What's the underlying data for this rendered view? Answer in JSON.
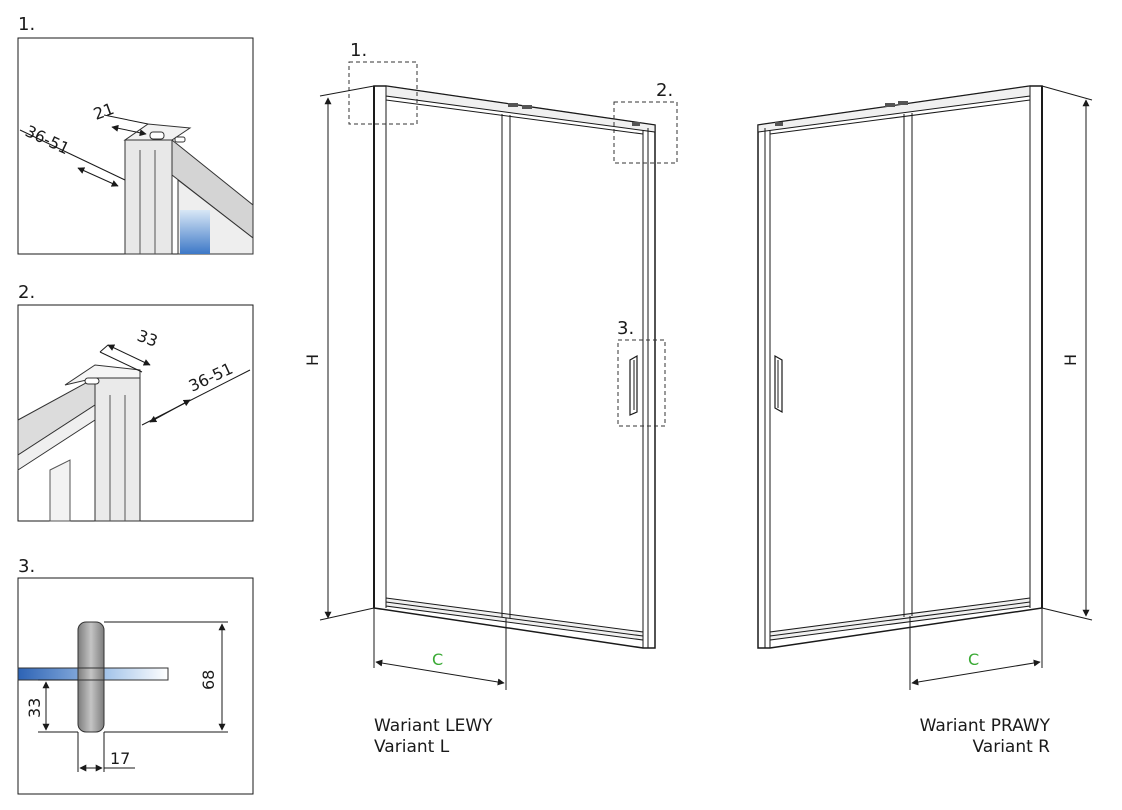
{
  "details": [
    {
      "label": "1.",
      "dims": [
        "21",
        "36-51"
      ]
    },
    {
      "label": "2.",
      "dims": [
        "33",
        "36-51"
      ]
    },
    {
      "label": "3.",
      "dims": [
        "68",
        "33",
        "17"
      ]
    }
  ],
  "left_view": {
    "callouts": [
      "1.",
      "2.",
      "3."
    ],
    "height_label": "H",
    "width_label": "C",
    "caption_line1": "Wariant LEWY",
    "caption_line2": "Variant L"
  },
  "right_view": {
    "height_label": "H",
    "width_label": "C",
    "caption_line1": "Wariant PRAWY",
    "caption_line2": "Variant R"
  },
  "colors": {
    "line": "#1a1a1a",
    "dim_c": "#3aaa35",
    "glass": "#6fa8dc",
    "handle": "#9a9a9a"
  }
}
